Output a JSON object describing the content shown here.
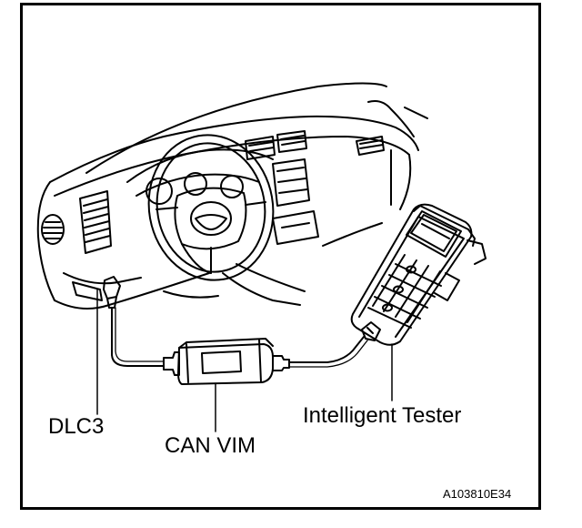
{
  "labels": {
    "dlc3": "DLC3",
    "can_vim": "CAN VIM",
    "intelligent_tester": "Intelligent Tester",
    "figure_code": "A103810E34"
  },
  "colors": {
    "line": "#000000",
    "background": "#ffffff"
  }
}
